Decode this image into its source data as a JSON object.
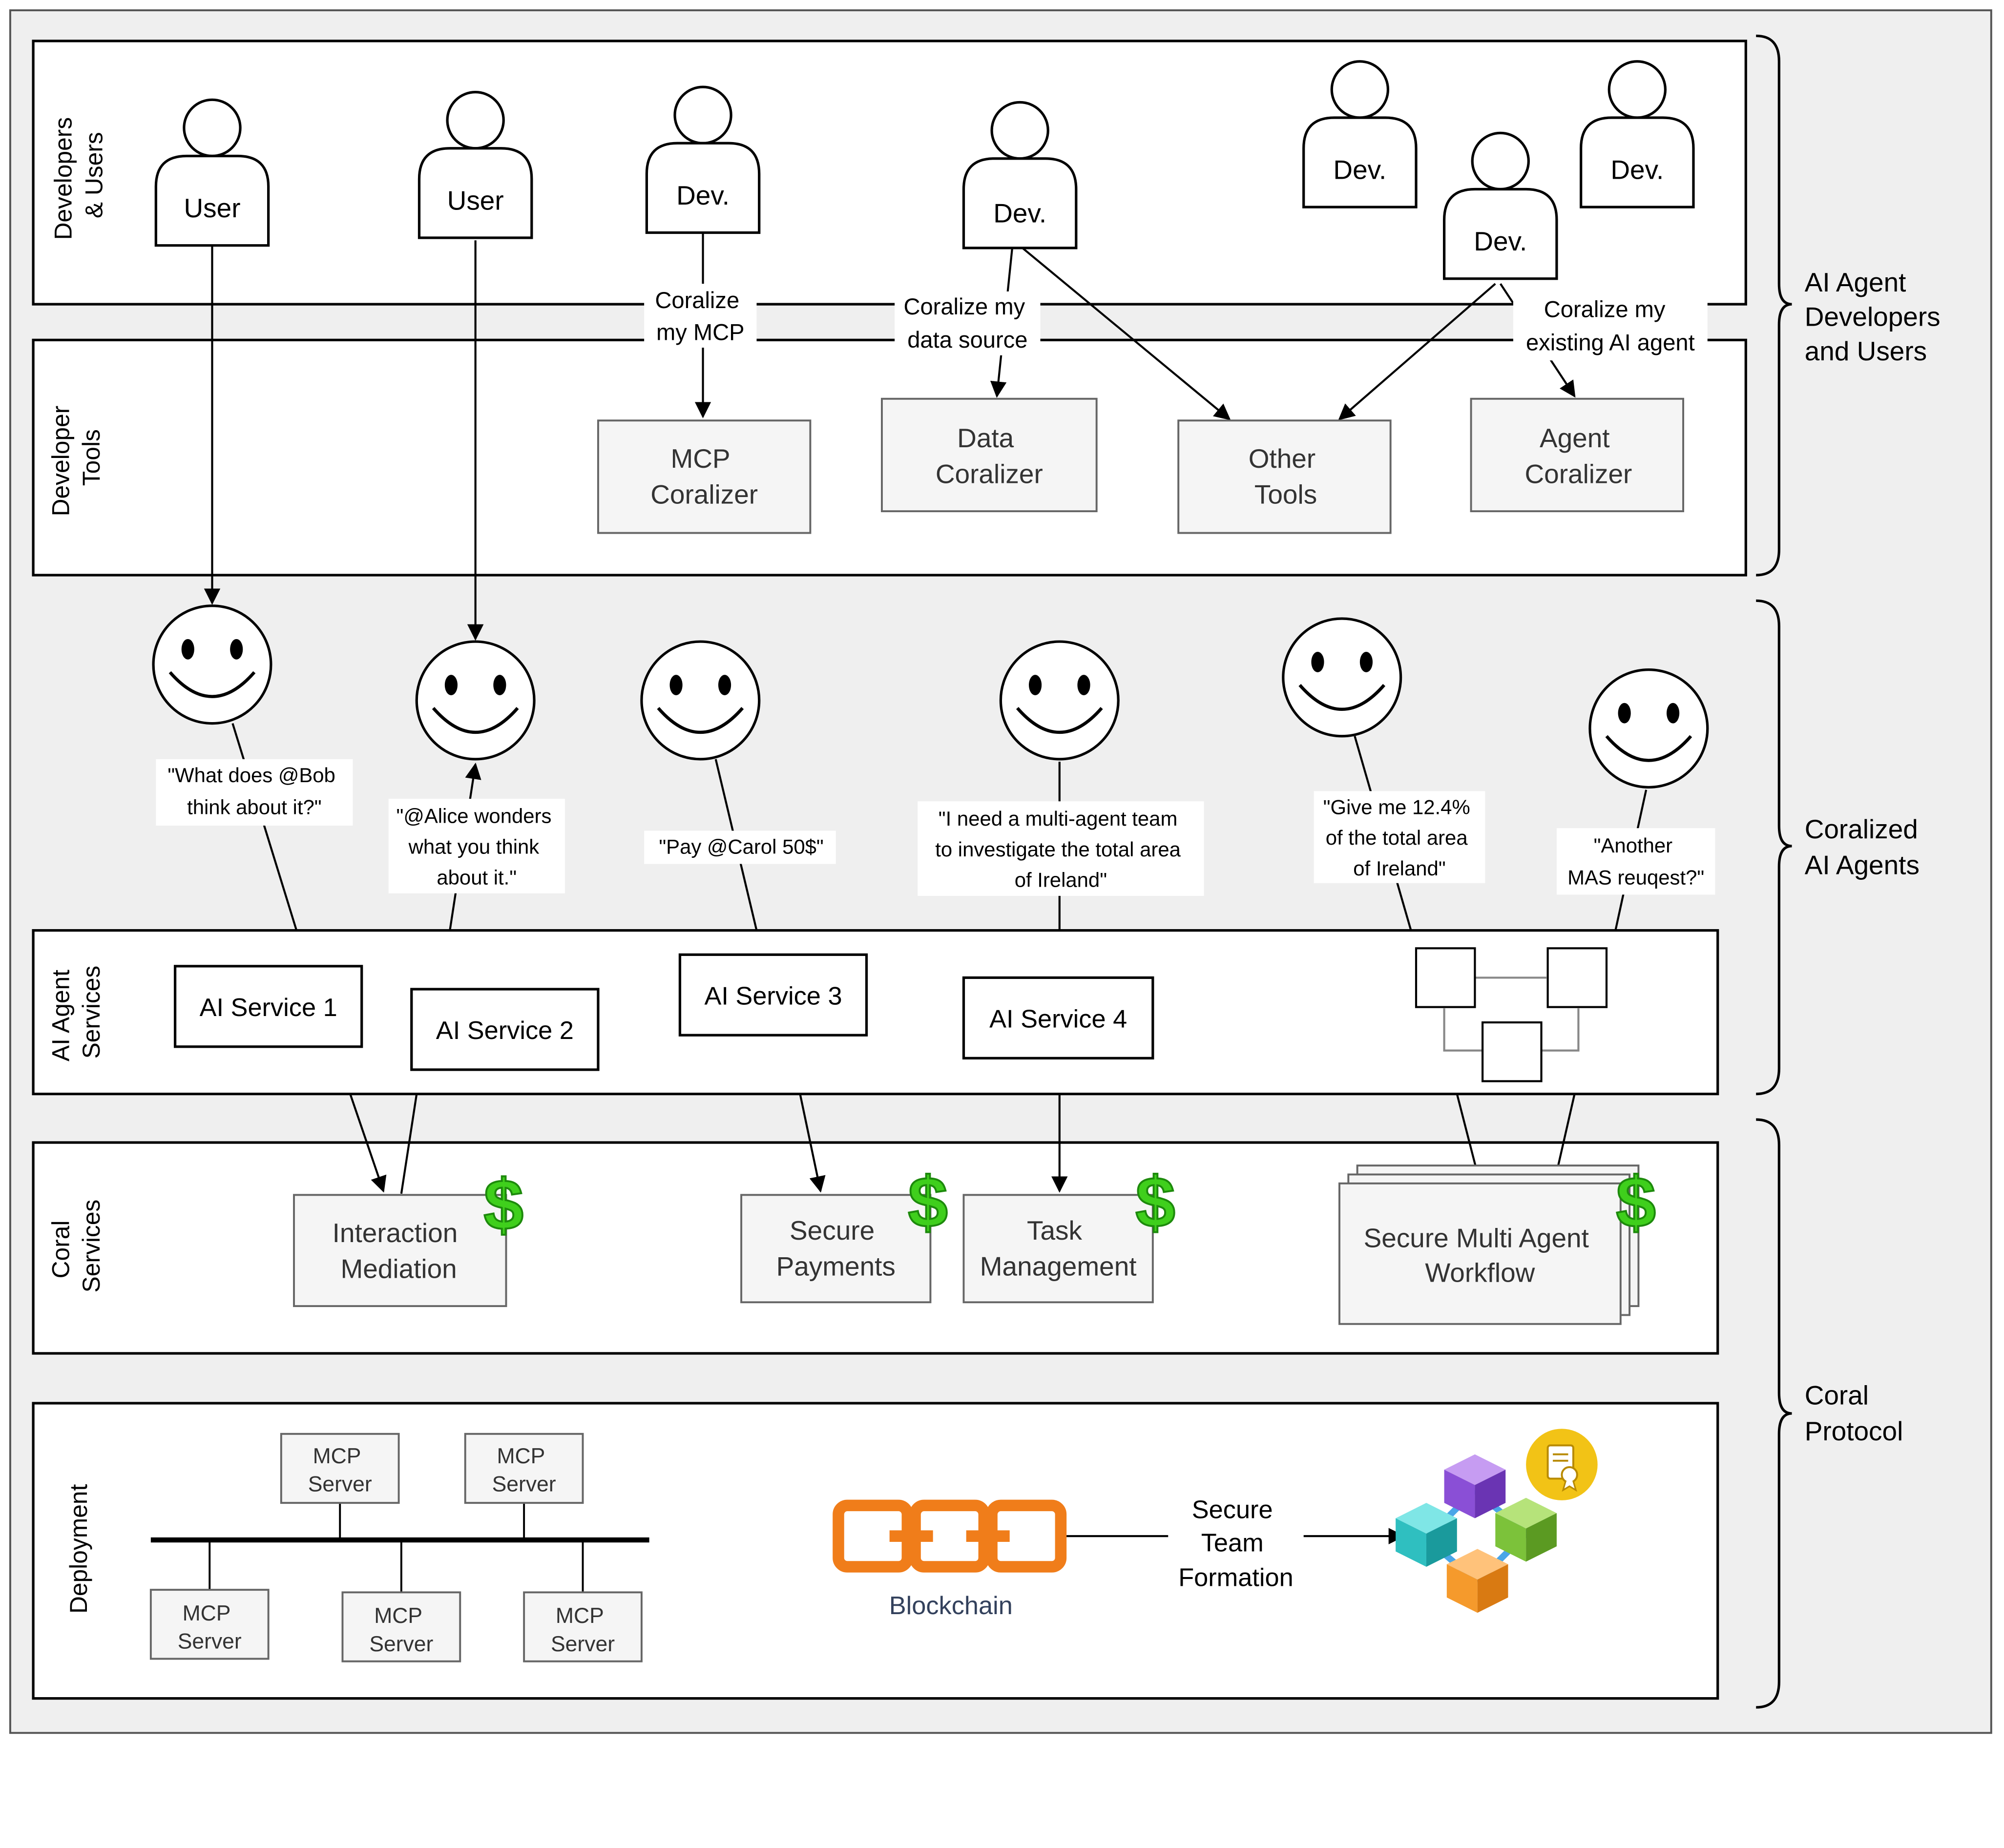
{
  "brackets": {
    "top": [
      "AI Agent",
      "Developers",
      "and Users"
    ],
    "middle": [
      "Coralized",
      "AI Agents"
    ],
    "bottom": [
      "Coral",
      "Protocol"
    ]
  },
  "lanes": {
    "developers_users": [
      "Developers",
      "& Users"
    ],
    "developer_tools": [
      "Developer",
      "Tools"
    ],
    "ai_agent_services": [
      "AI Agent",
      "Services"
    ],
    "coral_services": [
      "Coral",
      "Services"
    ],
    "deployment": [
      "Deployment"
    ]
  },
  "actors": {
    "user1": "User",
    "user2": "User",
    "dev1": "Dev.",
    "dev2": "Dev.",
    "dev3": "Dev.",
    "dev4": "Dev.",
    "dev5": "Dev."
  },
  "edge_labels": {
    "coralize_mcp": [
      "Coralize",
      "my MCP"
    ],
    "coralize_data": [
      "Coralize my",
      "data source"
    ],
    "coralize_agent": [
      "Coralize my",
      "existing AI agent"
    ]
  },
  "tools": {
    "mcp_coralizer": [
      "MCP",
      "Coralizer"
    ],
    "data_coralizer": [
      "Data",
      "Coralizer"
    ],
    "other_tools": [
      "Other",
      "Tools"
    ],
    "agent_coralizer": [
      "Agent",
      "Coralizer"
    ]
  },
  "quotes": {
    "q1": [
      "\"What does @Bob",
      "think about it?\""
    ],
    "q2": [
      "\"@Alice wonders",
      "what you think",
      "about it.\""
    ],
    "q3": [
      "\"Pay @Carol 50$\""
    ],
    "q4": [
      "\"I need a multi-agent team",
      "to investigate the total area",
      "of Ireland\""
    ],
    "q5": [
      "\"Give me 12.4%",
      "of the total area",
      "of Ireland\""
    ],
    "q6": [
      "\"Another",
      "MAS reuqest?\""
    ]
  },
  "services": {
    "s1": "AI Service 1",
    "s2": "AI Service 2",
    "s3": "AI Service 3",
    "s4": "AI Service 4"
  },
  "coral_services": {
    "interaction": [
      "Interaction",
      "Mediation"
    ],
    "payments": [
      "Secure",
      "Payments"
    ],
    "task": [
      "Task",
      "Management"
    ],
    "workflow": [
      "Secure Multi Agent",
      "Workflow"
    ]
  },
  "deployment": {
    "mcp_server": [
      "MCP",
      "Server"
    ],
    "blockchain": "Blockchain",
    "team_formation": [
      "Secure",
      "Team",
      "Formation"
    ]
  },
  "colors": {
    "background": "#efefef",
    "blockchain_orange": "#f07d1a",
    "dollar_green": "#3fcf1c"
  }
}
